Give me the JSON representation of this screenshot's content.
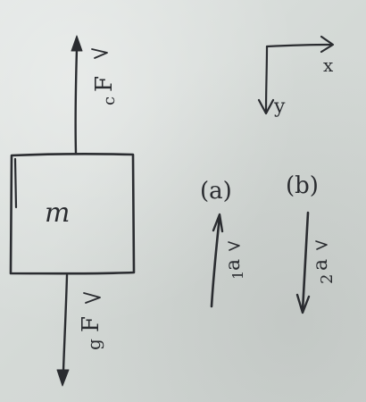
{
  "diagram": {
    "mass_label": "m",
    "force_up": {
      "symbol": "F",
      "subscript": "c"
    },
    "force_down": {
      "symbol": "F",
      "subscript": "g"
    },
    "axes": {
      "x_label": "x",
      "y_label": "y"
    },
    "case_a": {
      "label": "(a)",
      "vector_symbol": "a",
      "vector_subscript": "1"
    },
    "case_b": {
      "label": "(b)",
      "vector_symbol": "a",
      "vector_subscript": "2"
    },
    "ink_color": "#2a2c30",
    "paper_color": "#d8dcda"
  }
}
